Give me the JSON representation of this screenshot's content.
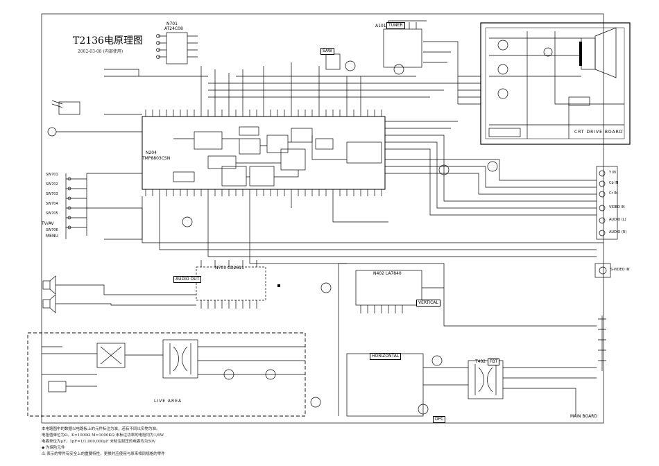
{
  "title": "T2136电原理图",
  "date": "2002-03-08 (内部使用)",
  "blocks": {
    "eeprom_ref": "N701",
    "eeprom_part": "AT24C08",
    "tuner_ref": "A101",
    "tuner": "TUNER",
    "saw": "SAW",
    "main_ic_ref": "N204",
    "main_ic_part": "TMP8803CSN",
    "audio_ic_ref": "N701 CD2611",
    "audio_out": "AUDIO OUT",
    "vertical_ic_ref": "N402 LA7840",
    "vertical": "VERTICAL",
    "horizontal": "HORIZONTAL",
    "fbt_ref": "T402",
    "fbt_label": "FBT",
    "live_area": "LIVE AREA",
    "crt_drive_board": "CRT DRIVE BOARD",
    "main_board": "MAIN BOARD",
    "dpc": "DPC",
    "s_video_in": "S-VIDEO IN",
    "tv_av": "TV/AV",
    "menu": "MENU"
  },
  "av_inputs": [
    "Y IN",
    "Cb IN",
    "Cr IN",
    "VIDEO IN",
    "AUDIO (L)",
    "AUDIO (R)"
  ],
  "keys": [
    "SW701",
    "SW702",
    "SW703",
    "SW704",
    "SW705",
    "SW706"
  ],
  "notes": [
    "本电路图中的数据以电路板上的元件标注为准，若有不同以实物为准。",
    "电阻值单位为Ω，K=1000Ω M=1000KΩ        未标注功率的电阻均为1/6W",
    "电容单位为μF，1pF=1/1,000,000μF       未标注耐压的电容均为50V",
    "◆ 为保险元件",
    "⚠ 表示的零件有安全上的重要特性，更换时应使用与原来相同规格的零件"
  ]
}
